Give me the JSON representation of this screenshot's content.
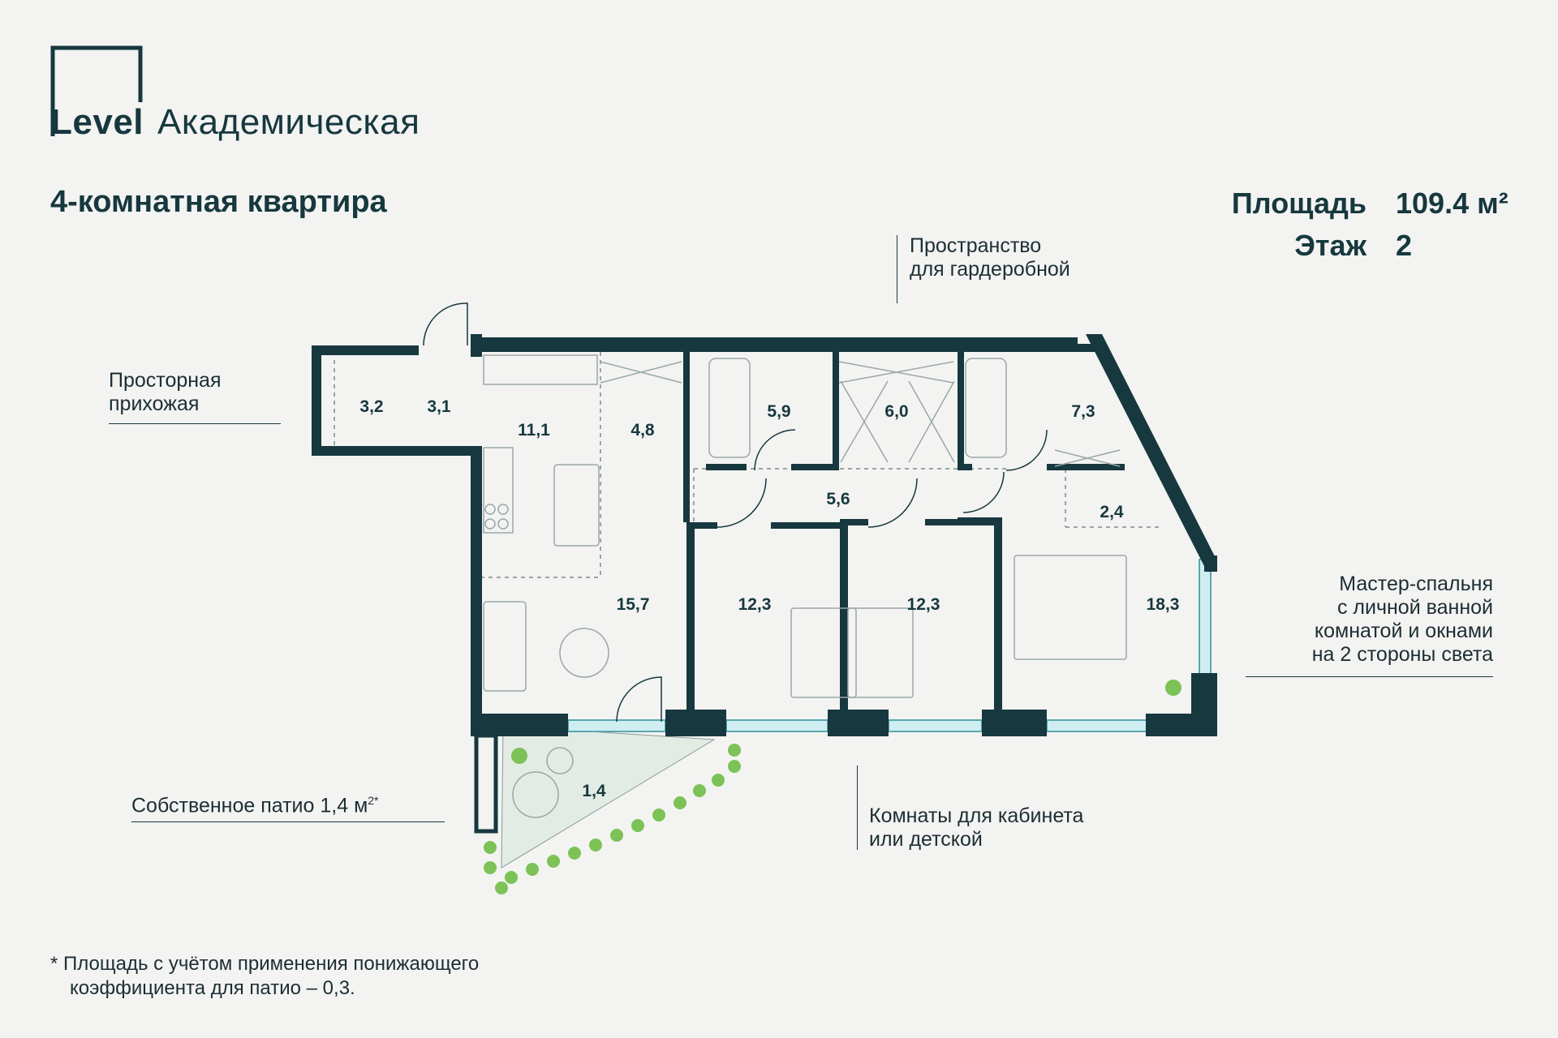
{
  "brand": {
    "name": "Level",
    "project": "Академическая"
  },
  "apartment": {
    "title": "4-комнатная квартира",
    "area_label": "Площадь",
    "area_value": "109.4 м²",
    "floor_label": "Этаж",
    "floor_value": "2"
  },
  "callouts": {
    "wardrobe": [
      "Пространство",
      "для гардеробной"
    ],
    "hallway": [
      "Просторная",
      "прихожая"
    ],
    "master": [
      "Мастер-спальня",
      "с личной ванной",
      "комнатой и окнами",
      "на 2 стороны света"
    ],
    "patio": "Собственное патио 1,4 м",
    "patio_sup": "2*",
    "kids": [
      "Комнаты для кабинета",
      "или детской"
    ]
  },
  "rooms": {
    "storage": "3,2",
    "hall": "3,1",
    "kitchen": "11,1",
    "laundry": "4,8",
    "bath1": "5,9",
    "wardrobe": "6,0",
    "bath2": "7,3",
    "corridor": "5,6",
    "closet2": "2,4",
    "living": "15,7",
    "bedroom1": "12,3",
    "bedroom2": "12,3",
    "master": "18,3",
    "patio": "1,4"
  },
  "footnote": [
    "* Площадь с учётом применения понижающего",
    "коэффициента для патио – 0,3."
  ],
  "colors": {
    "wall": "#16383e",
    "background": "#f3f3f2",
    "patio_fill": "#e3ece4",
    "window": "#9fd8de",
    "plant": "#7cc256"
  }
}
